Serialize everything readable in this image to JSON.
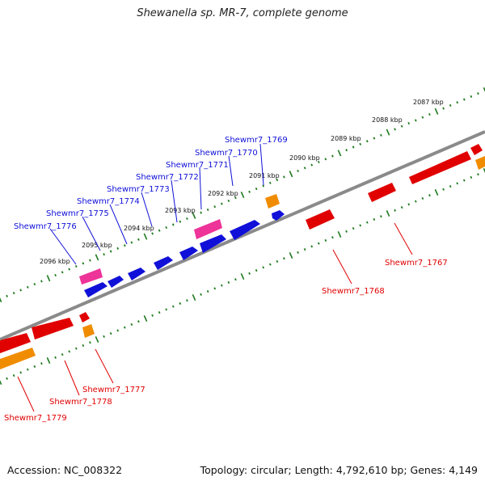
{
  "header": {
    "title": "Shewanella sp. MR-7, complete genome"
  },
  "footer": {
    "accession": "Accession: NC_008322",
    "stats": "Topology: circular; Length: 4,792,610 bp; Genes: 4,149"
  },
  "scale": {
    "labels": [
      "2087 kbp",
      "2088 kbp",
      "2089 kbp",
      "2090 kbp",
      "2091 kbp",
      "2092 kbp",
      "2093 kbp",
      "2094 kbp",
      "2095 kbp",
      "2096 kbp"
    ]
  },
  "genes": {
    "blue": [
      "Shewmr7_1769",
      "Shewmr7_1770",
      "Shewmr7_1771",
      "Shewmr7_1772",
      "Shewmr7_1773",
      "Shewmr7_1774",
      "Shewmr7_1775",
      "Shewmr7_1776"
    ],
    "red": [
      "Shewmr7_1767",
      "Shewmr7_1768",
      "Shewmr7_1777",
      "Shewmr7_1778",
      "Shewmr7_1779"
    ]
  },
  "colors": {
    "forward": "#1010d8",
    "reverse": "#e00000",
    "rna": "#ee3399",
    "other": "#f08c00",
    "backbone": "#8a8a8a",
    "ticks": "#1e7a1e"
  }
}
